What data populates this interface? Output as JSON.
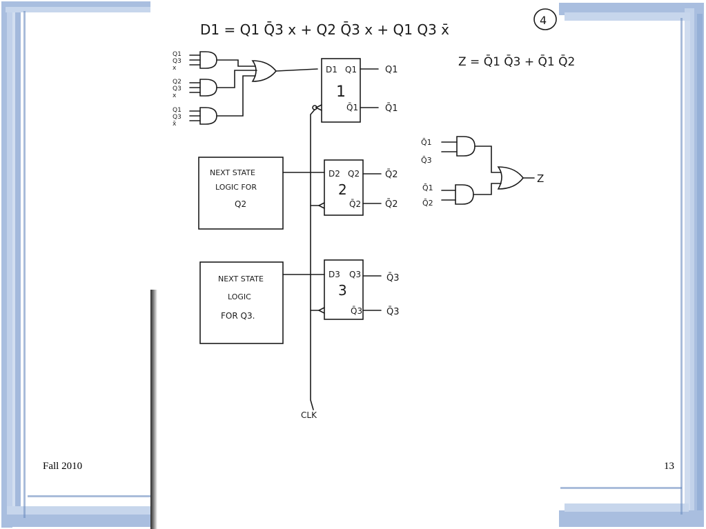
{
  "footer": {
    "left": "Fall 2010",
    "page_number": "13"
  },
  "notes": {
    "page_mark": "4",
    "d1_equation": "D1 = Q1 Q̄3 x + Q2 Q̄3 x + Q1 Q3 x̄",
    "z_equation": "Z = Q̄1 Q̄3 + Q̄1 Q̄2",
    "clk_label": "CLK",
    "z_output": "Z"
  },
  "and_inputs": [
    [
      "Q1",
      "Q3",
      "x"
    ],
    [
      "Q2",
      "Q3",
      "x"
    ],
    [
      "Q1",
      "Q3",
      "x̄"
    ]
  ],
  "flipflops": [
    {
      "number": "1",
      "d": "D1",
      "q": "Q1",
      "qbar": "Q̄1",
      "out_q": "Q1",
      "out_qbar": "Q̄1"
    },
    {
      "number": "2",
      "d": "D2",
      "q": "Q2",
      "qbar": "Q̄2",
      "out_q": "Q̄2",
      "out_qbar": "Q̄2"
    },
    {
      "number": "3",
      "d": "D3",
      "q": "Q3",
      "qbar": "Q̄3",
      "out_q": "Q̄3",
      "out_qbar": "Q̄3"
    }
  ],
  "logic_boxes": [
    {
      "line1": "NEXT STATE",
      "line2": "LOGIC FOR",
      "line3": "Q2"
    },
    {
      "line1": "NEXT STATE",
      "line2": "LOGIC",
      "line3": "FOR Q3."
    }
  ],
  "z_gate_inputs": [
    [
      "Q̄1",
      "Q̄3"
    ],
    [
      "Q̄1",
      "Q̄2"
    ]
  ]
}
